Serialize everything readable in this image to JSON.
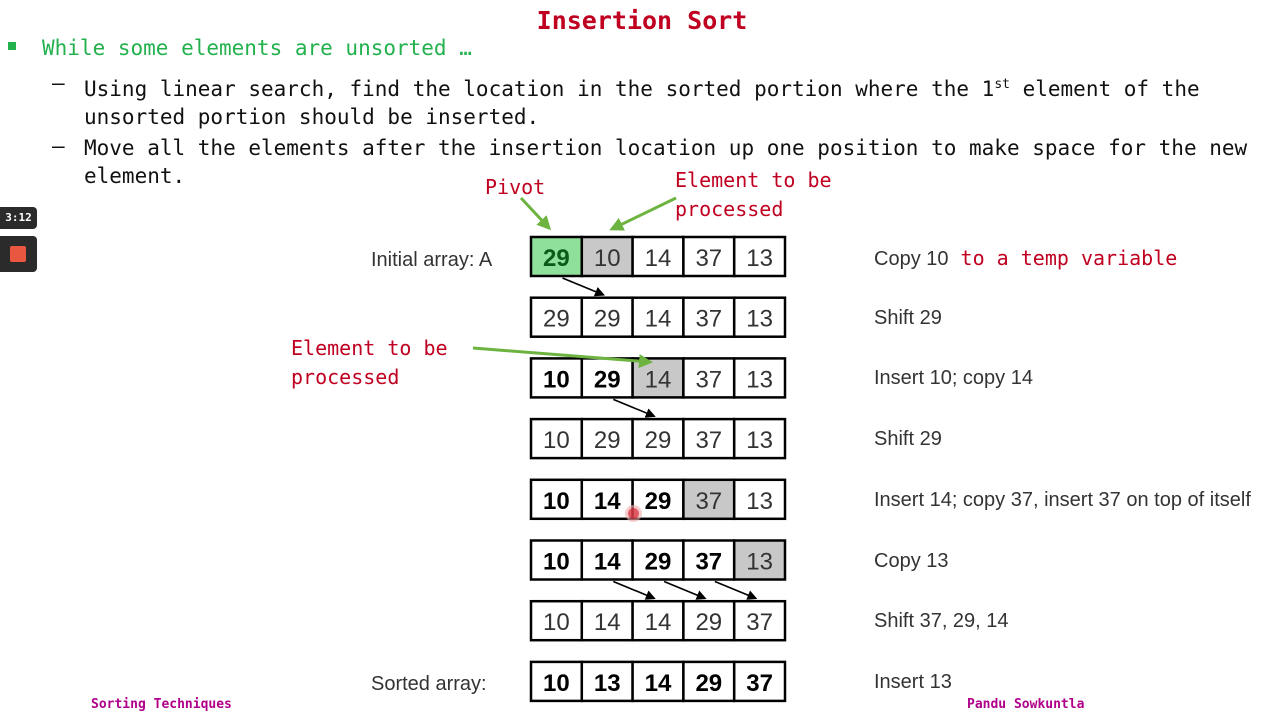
{
  "title": "Insertion Sort",
  "bullet": "While some elements are unsorted …",
  "sub_points": [
    {
      "dash": "–",
      "text_before": "Using linear search, find the location in the sorted portion where the 1",
      "sup": "st",
      "text_after": " element of the unsorted portion should be inserted."
    },
    {
      "dash": "–",
      "text_before": "Move all the elements after the insertion location up one position to make space for the new element.",
      "sup": "",
      "text_after": ""
    }
  ],
  "annotations": {
    "pivot": "Pivot",
    "element_to_be_processed_1": [
      "Element to be",
      "processed"
    ],
    "element_to_be_processed_2": [
      "Element to be",
      "processed"
    ]
  },
  "row_labels": {
    "initial": "Initial array: A",
    "sorted": "Sorted array:"
  },
  "colors": {
    "title": "#c00020",
    "bullet": "#22b14c",
    "pivot_cell": "#8fe09a",
    "processing_cell": "#c8c8c8",
    "arrow_green": "#6db33f",
    "footer": "#b0008a"
  },
  "rows": [
    {
      "cells": [
        "29",
        "10",
        "14",
        "37",
        "13"
      ],
      "bold": [
        true,
        false,
        false,
        false,
        false
      ],
      "fill": [
        "pivot",
        "gray",
        "",
        "",
        ""
      ],
      "desc": "Copy 10",
      "desc_red": " to a temp variable"
    },
    {
      "cells": [
        "29",
        "29",
        "14",
        "37",
        "13"
      ],
      "bold": [
        false,
        false,
        false,
        false,
        false
      ],
      "fill": [
        "",
        "",
        "",
        "",
        ""
      ],
      "desc": "Shift 29",
      "desc_red": ""
    },
    {
      "cells": [
        "10",
        "29",
        "14",
        "37",
        "13"
      ],
      "bold": [
        true,
        true,
        false,
        false,
        false
      ],
      "fill": [
        "",
        "",
        "gray",
        "",
        ""
      ],
      "desc": "Insert 10; copy 14",
      "desc_red": ""
    },
    {
      "cells": [
        "10",
        "29",
        "29",
        "37",
        "13"
      ],
      "bold": [
        false,
        false,
        false,
        false,
        false
      ],
      "fill": [
        "",
        "",
        "",
        "",
        ""
      ],
      "desc": "Shift 29",
      "desc_red": ""
    },
    {
      "cells": [
        "10",
        "14",
        "29",
        "37",
        "13"
      ],
      "bold": [
        true,
        true,
        true,
        false,
        false
      ],
      "fill": [
        "",
        "",
        "",
        "gray",
        ""
      ],
      "desc": "Insert 14; copy 37, insert 37 on top of itself",
      "desc_red": ""
    },
    {
      "cells": [
        "10",
        "14",
        "29",
        "37",
        "13"
      ],
      "bold": [
        true,
        true,
        true,
        true,
        false
      ],
      "fill": [
        "",
        "",
        "",
        "",
        "gray"
      ],
      "desc": "Copy 13",
      "desc_red": ""
    },
    {
      "cells": [
        "10",
        "14",
        "14",
        "29",
        "37"
      ],
      "bold": [
        false,
        false,
        false,
        false,
        false
      ],
      "fill": [
        "",
        "",
        "",
        "",
        ""
      ],
      "desc": "Shift 37, 29, 14",
      "desc_red": ""
    },
    {
      "cells": [
        "10",
        "13",
        "14",
        "29",
        "37"
      ],
      "bold": [
        true,
        true,
        true,
        true,
        true
      ],
      "fill": [
        "",
        "",
        "",
        "",
        ""
      ],
      "desc": "Insert 13",
      "desc_red": ""
    }
  ],
  "shift_arrows": [
    {
      "from_row": 0,
      "from_col": 0,
      "to_col": 1
    },
    {
      "from_row": 2,
      "from_col": 1,
      "to_col": 2
    },
    {
      "from_row": 5,
      "from_col": 1,
      "to_col": 2
    },
    {
      "from_row": 5,
      "from_col": 2,
      "to_col": 3
    },
    {
      "from_row": 5,
      "from_col": 3,
      "to_col": 4
    }
  ],
  "video_overlay": {
    "timer": "3:12"
  },
  "footer": {
    "left": "Sorting Techniques",
    "right": "Pandu Sowkuntla"
  }
}
